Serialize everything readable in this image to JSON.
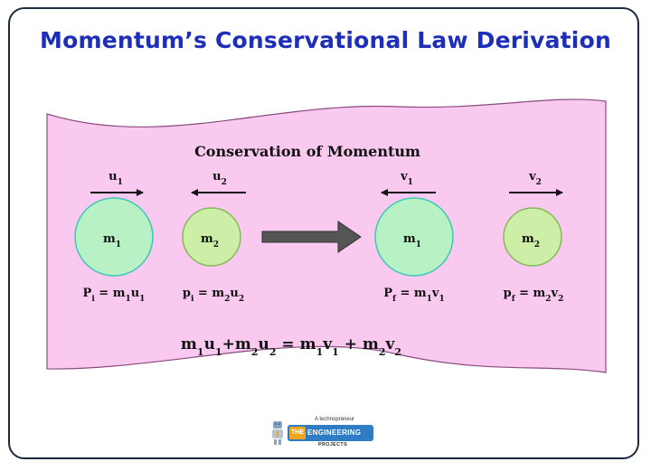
{
  "title": "Momentum’s Conservational Law Derivation",
  "diagram": {
    "heading": "Conservation of Momentum",
    "before": {
      "ball1": {
        "mass": "m",
        "mass_sub": "1",
        "velocity": "u",
        "velocity_sub": "1",
        "direction": "right"
      },
      "ball2": {
        "mass": "m",
        "mass_sub": "2",
        "velocity": "u",
        "velocity_sub": "2",
        "direction": "left"
      },
      "p1": {
        "lhs": "P",
        "lhs_sub": "i",
        "eq": " = m",
        "s1": "1",
        "v": "u",
        "s2": "1"
      },
      "p2": {
        "lhs": "p",
        "lhs_sub": "i",
        "eq": " = m",
        "s1": "2",
        "v": "u",
        "s2": "2"
      }
    },
    "after": {
      "ball1": {
        "mass": "m",
        "mass_sub": "1",
        "velocity": "v",
        "velocity_sub": "1",
        "direction": "left"
      },
      "ball2": {
        "mass": "m",
        "mass_sub": "2",
        "velocity": "v",
        "velocity_sub": "2",
        "direction": "right"
      },
      "p1": {
        "lhs": "P",
        "lhs_sub": "f",
        "eq": " = m",
        "s1": "1",
        "v": "v",
        "s2": "1"
      },
      "p2": {
        "lhs": "p",
        "lhs_sub": "f",
        "eq": " = m",
        "s1": "2",
        "v": "v",
        "s2": "2"
      }
    },
    "equation": {
      "t1": "m",
      "s1": "1",
      "t2": "u",
      "s2": "1",
      "t3": "+m",
      "s3": "2",
      "t4": "u",
      "s4": "2",
      "t5": " = m",
      "s5": "1",
      "t6": "v",
      "s6": "1",
      "t7": " + m",
      "s7": "2",
      "t8": "v",
      "s8": "2"
    },
    "colors": {
      "background_band": "#f9c9ef",
      "band_stroke": "#8a4a7e",
      "ball1_fill": "#b8f2c4",
      "ball1_stroke": "#3cc7b8",
      "ball2_fill": "#cdeea6",
      "ball2_stroke": "#86b85a",
      "process_arrow": "#555555"
    }
  },
  "logo": {
    "badge_short": "THE",
    "badge_text": "ENGINEERING",
    "tagline": "A technopreneur",
    "subtitle": "PROJECTS",
    "icon": "robot-icon"
  }
}
